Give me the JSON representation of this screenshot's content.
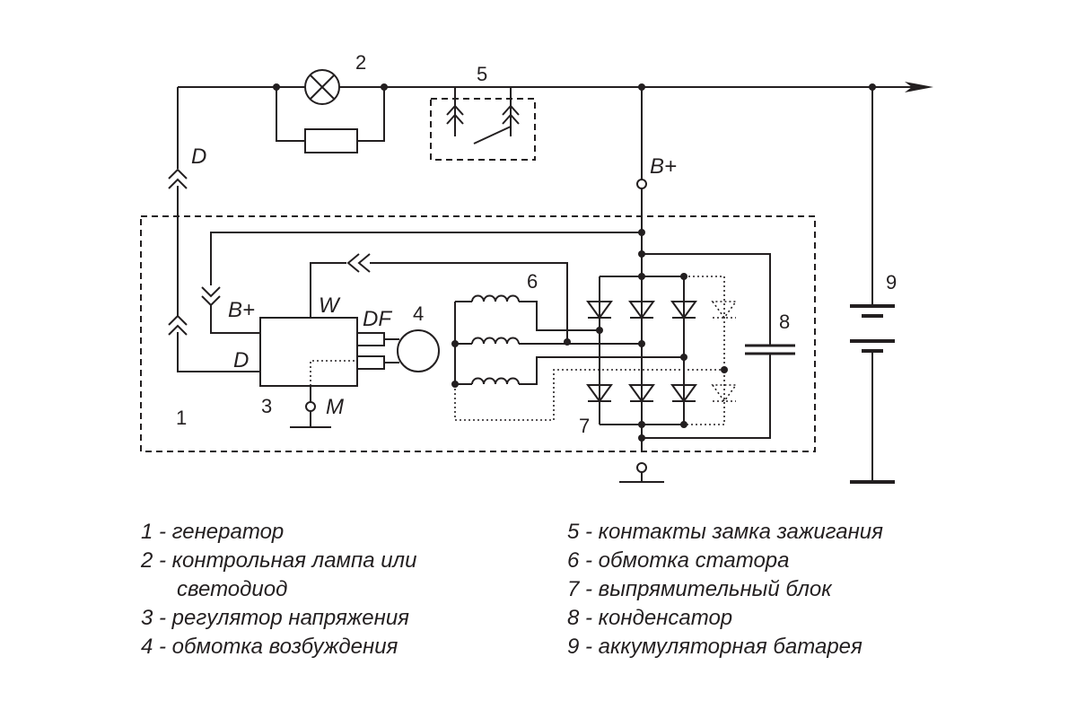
{
  "colors": {
    "ink": "#231f20",
    "background": "#ffffff"
  },
  "diagram": {
    "component_numbers": {
      "generator": "1",
      "lamp": "2",
      "regulator": "3",
      "field_winding": "4",
      "ignition_switch": "5",
      "stator_winding": "6",
      "rectifier": "7",
      "capacitor": "8",
      "battery": "9"
    },
    "terminals": {
      "d_top": "D",
      "b_plus_top": "B+",
      "b_plus_regulator": "B+",
      "w": "W",
      "df": "DF",
      "d_regulator": "D",
      "m": "M"
    }
  },
  "legend": [
    {
      "id": "1",
      "lines": [
        "1 - генератор"
      ]
    },
    {
      "id": "2",
      "lines": [
        "2 - контрольная лампа или",
        "светодиод"
      ]
    },
    {
      "id": "3",
      "lines": [
        "3 - регулятор напряжения"
      ]
    },
    {
      "id": "4",
      "lines": [
        "4 - обмотка возбуждения"
      ]
    },
    {
      "id": "5",
      "lines": [
        "5 - контакты замка зажигания"
      ]
    },
    {
      "id": "6",
      "lines": [
        "6 - обмотка статора"
      ]
    },
    {
      "id": "7",
      "lines": [
        "7 - выпрямительный блок"
      ]
    },
    {
      "id": "8",
      "lines": [
        "8 - конденсатор"
      ]
    },
    {
      "id": "9",
      "lines": [
        "9 - аккумуляторная батарея"
      ]
    }
  ]
}
